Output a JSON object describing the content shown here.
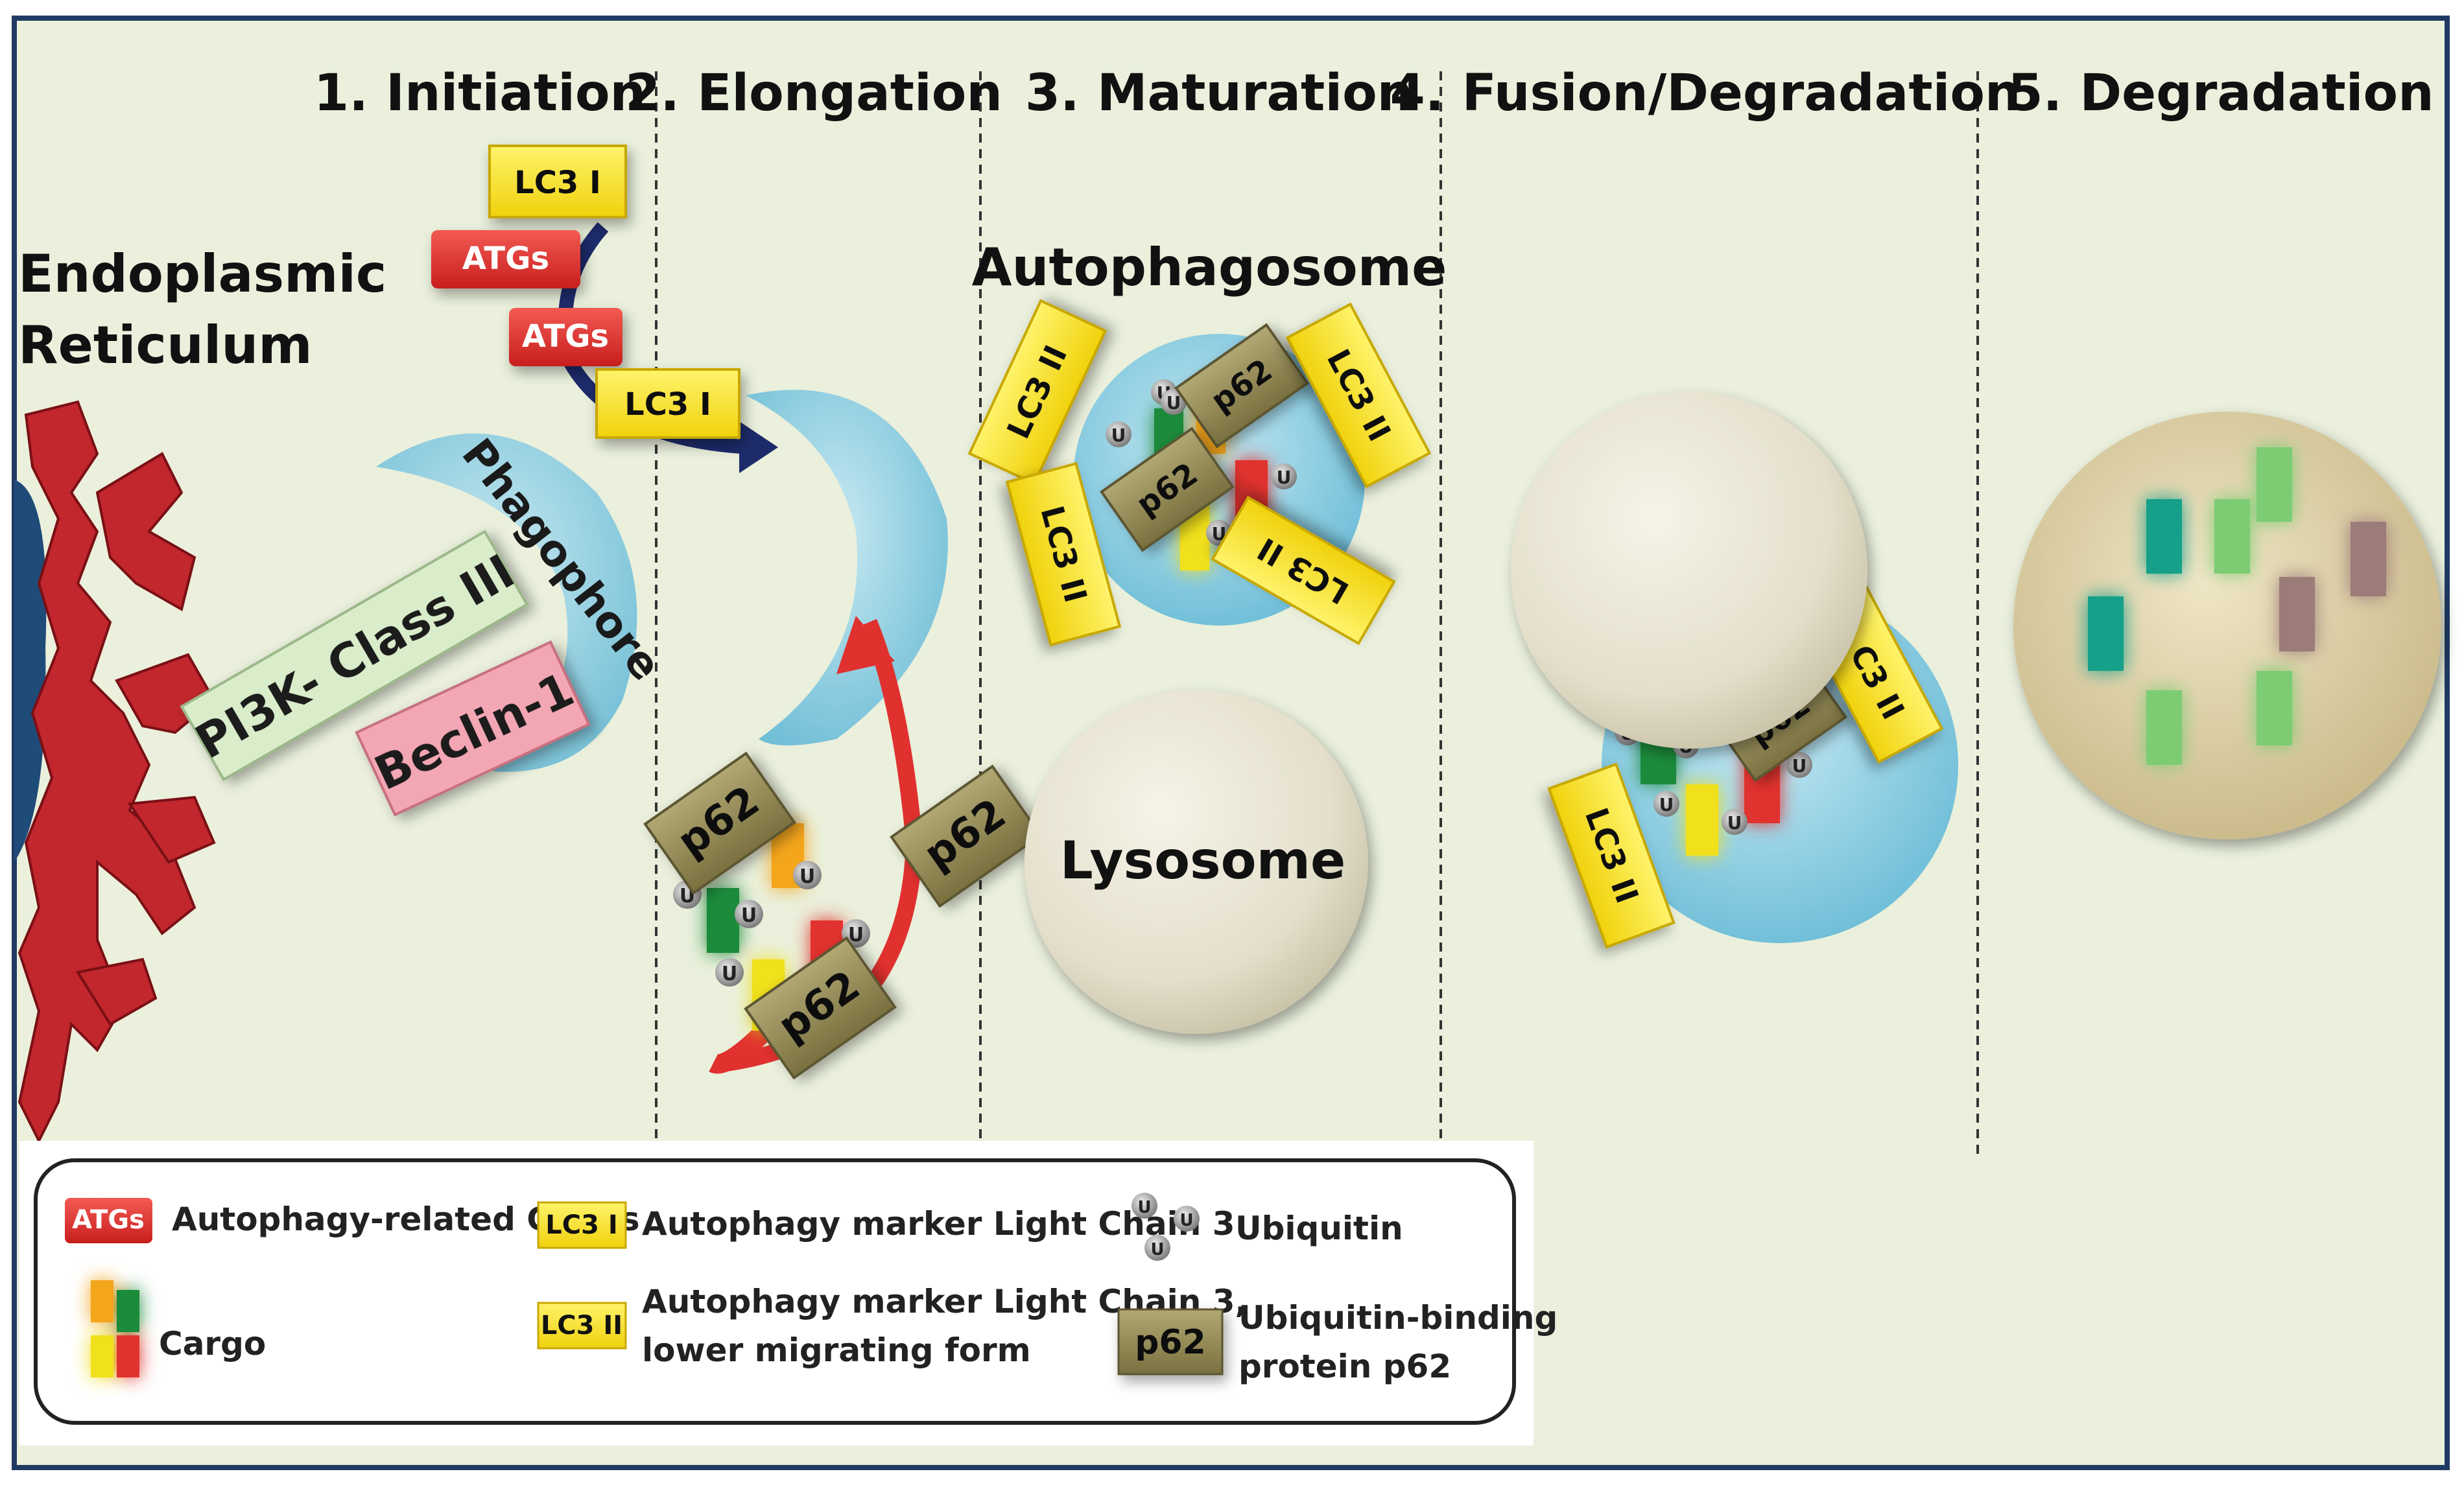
{
  "stages": [
    {
      "label": "1. Initiation"
    },
    {
      "label": "2. Elongation"
    },
    {
      "label": "3. Maturation"
    },
    {
      "label": "4. Fusion/Degradation"
    },
    {
      "label": "5. Degradation"
    }
  ],
  "labels": {
    "er_line1": "Endoplasmic",
    "er_line2": "Reticulum",
    "phagophore": "Phagophore",
    "pi3k": "PI3K- Class III",
    "beclin": "Beclin-1",
    "autophagosome": "Autophagosome",
    "lysosome": "Lysosome"
  },
  "tags": {
    "lc3_1": "LC3 I",
    "lc3_2": "LC3 II",
    "lc3_2_partial": "C3 II",
    "atgs": "ATGs",
    "p62": "p62",
    "ubiquitin": "U",
    "p62_partial": "p62"
  },
  "legend": {
    "atgs_tag": "ATGs",
    "atgs_desc": "Autophagy-related Genes",
    "lc3i_tag": "LC3 I",
    "lc3i_desc": "Autophagy marker Light Chain 3",
    "ubiquitin_tag": "U",
    "ubiquitin_desc": "Ubiquitin",
    "cargo_desc": "Cargo",
    "lc3ii_tag": "LC3 II",
    "lc3ii_desc_line1": "Autophagy marker Light Chain 3,",
    "lc3ii_desc_line2": "lower migrating form",
    "p62_tag": "p62",
    "p62_desc_line1": "Ubiquitin-binding",
    "p62_desc_line2": "protein p62"
  },
  "colors": {
    "background": "#eaf0dc",
    "frame": "#1f3b63",
    "atgs": "#e0312f",
    "lc3": "#f6e51a",
    "p62": "#8f8653",
    "vesicle_blue": "#9fd6e8",
    "lysosome": "#e9e4d2",
    "er_red": "#c1272d"
  }
}
